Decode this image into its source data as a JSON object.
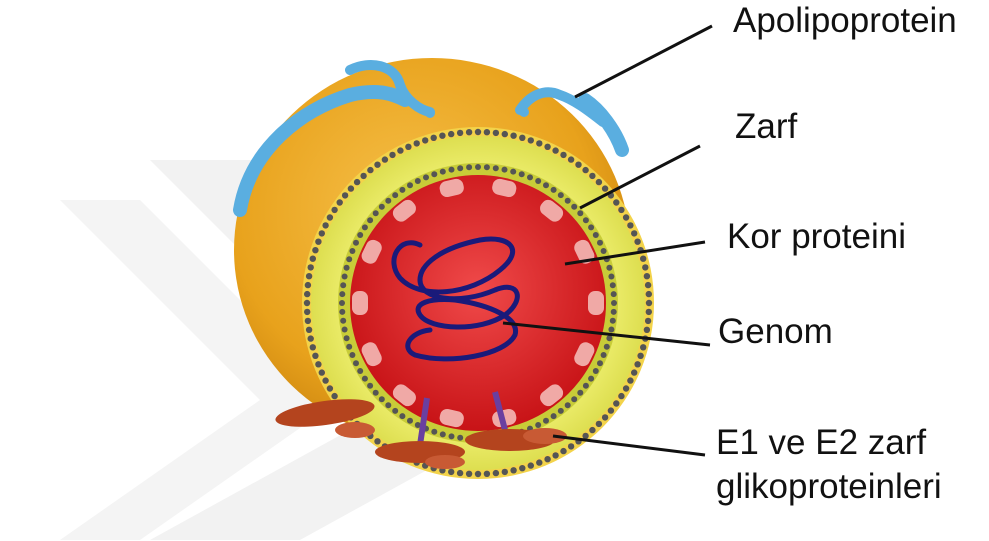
{
  "labels": {
    "apolipoprotein": "Apolipoprotein",
    "zarf": "Zarf",
    "kor_proteini": "Kor proteini",
    "genom": "Genom",
    "e1e2_line1": "E1 ve E2 zarf",
    "e1e2_line2": "glikoproteinleri"
  },
  "colors": {
    "outer_sphere": "#e8a21c",
    "envelope": "#dfe04a",
    "core": "#d8161a",
    "core_protein": "#f0a9a6",
    "genome": "#1a1a7a",
    "apolipoprotein": "#5aaee0",
    "glycoprotein": "#b4441e",
    "stalk": "#6a3fa0",
    "lipid_head": "#555555",
    "watermark": "#eeeeee"
  }
}
